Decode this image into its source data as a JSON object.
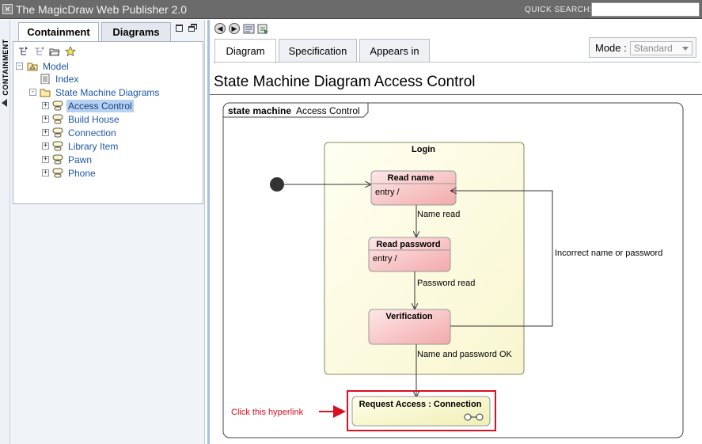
{
  "window": {
    "title": "The MagicDraw Web Publisher 2.0",
    "quick_search_label": "QUICK SEARCH:",
    "quick_search_value": ""
  },
  "side_strip": {
    "label": "CONTAINMENT"
  },
  "left_panel": {
    "tabs": [
      "Containment",
      "Diagrams"
    ],
    "active_tab": "Containment",
    "toolbar_icons": [
      "expand-tree-icon",
      "collapse-tree-icon",
      "open-folder-icon",
      "favorite-star-icon"
    ],
    "tree": [
      {
        "label": "Model",
        "icon": "model-package-icon",
        "expander": "-"
      },
      {
        "label": "Index",
        "icon": "index-page-icon"
      },
      {
        "label": "State Machine Diagrams",
        "icon": "folder-icon",
        "expander": "-"
      },
      {
        "label": "Access Control",
        "icon": "state-machine-icon",
        "expander": "+",
        "selected": true
      },
      {
        "label": "Build House",
        "icon": "state-machine-icon",
        "expander": "+"
      },
      {
        "label": "Connection",
        "icon": "state-machine-icon",
        "expander": "+"
      },
      {
        "label": "Library Item",
        "icon": "state-machine-icon",
        "expander": "+"
      },
      {
        "label": "Pawn",
        "icon": "state-machine-icon",
        "expander": "+"
      },
      {
        "label": "Phone",
        "icon": "state-machine-icon",
        "expander": "+"
      }
    ]
  },
  "content": {
    "nav_icons": [
      "back-icon",
      "forward-icon",
      "print-icon",
      "export-icon"
    ],
    "tabs": [
      "Diagram",
      "Specification",
      "Appears in"
    ],
    "active_tab": "Diagram",
    "mode_label": "Mode :",
    "mode_value": "Standard",
    "page_title": "State Machine Diagram Access Control"
  },
  "diagram": {
    "frame_keyword": "state machine",
    "frame_name": "Access Control",
    "composite_state": "Login",
    "states": [
      {
        "name": "Read name",
        "entry": "entry /"
      },
      {
        "name": "Read password",
        "entry": "entry /"
      },
      {
        "name": "Verification",
        "entry": ""
      }
    ],
    "transitions": [
      "Name read",
      "Password read",
      "Incorrect name or password",
      "Name and password OK"
    ],
    "submachine_state": "Request Access : Connection",
    "annotation": "Click this hyperlink",
    "colors": {
      "highlight": "#d9101f",
      "state_fill": "#f6c2c2",
      "composite_fill": "#fdfce0"
    }
  }
}
